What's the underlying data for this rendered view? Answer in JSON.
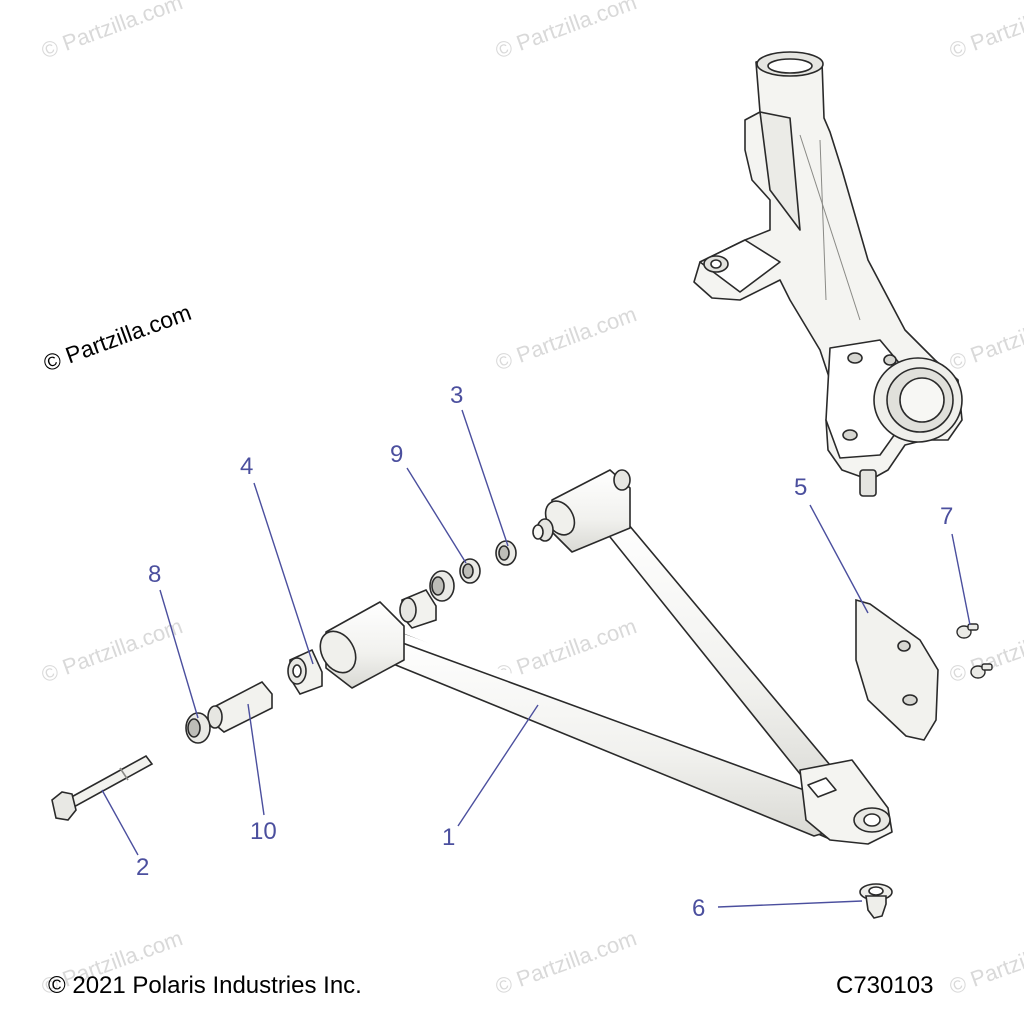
{
  "watermark": {
    "text": "© Partzilla.com",
    "main_text": "© Partzilla.com"
  },
  "callouts": [
    "1",
    "2",
    "3",
    "4",
    "5",
    "6",
    "7",
    "8",
    "9",
    "10"
  ],
  "footer": {
    "copyright": "© 2021 Polaris Industries Inc.",
    "diagram_code": "C730103"
  },
  "colors": {
    "callout": "#4b4f9e",
    "part_outline": "#2a2a2a",
    "part_fill": "#f4f4f1",
    "watermark": "#d9d9d9"
  }
}
